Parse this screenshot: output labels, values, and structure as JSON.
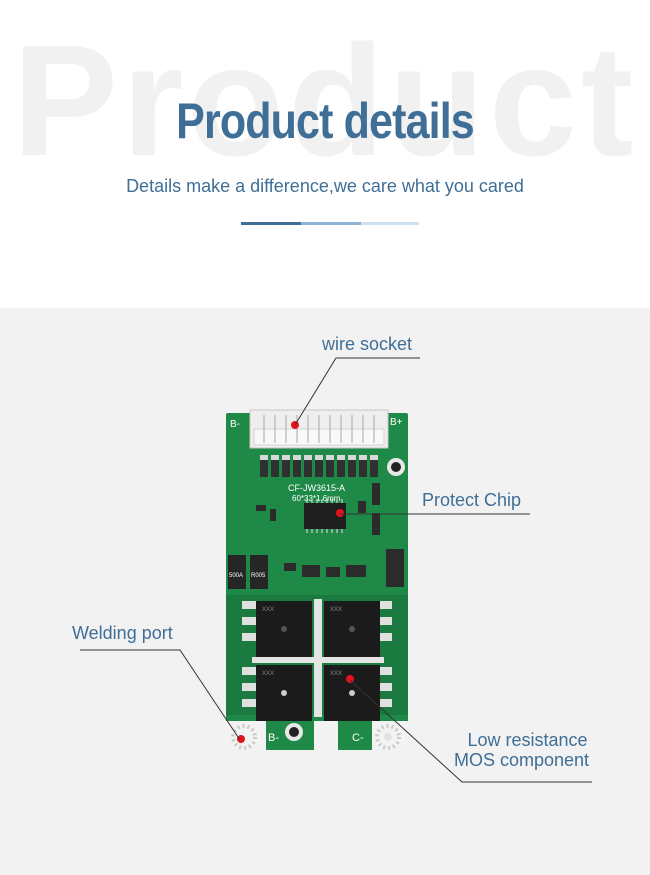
{
  "header": {
    "watermark": "Product",
    "title": "Product details",
    "subtitle": "Details make a difference,we care what you cared"
  },
  "callouts": {
    "wire_socket": "wire socket",
    "protect_chip": "Protect Chip",
    "welding_port": "Welding port",
    "mos_line1": "Low resistance",
    "mos_line2": "MOS component"
  },
  "board": {
    "label_b_minus": "B-",
    "label_b_plus": "B+",
    "model_line1": "CF-JW3615-A",
    "model_line2": "60*33*1.6mm",
    "resistor_1": "500A",
    "resistor_2": "R005",
    "port_b": "B-",
    "port_c": "C-",
    "mos_code": "XXX"
  },
  "colors": {
    "accent": "#3f6e96",
    "accent_light": "#8fb3d6",
    "pcb_green": "#1f8a47",
    "marker": "#e6121b"
  }
}
